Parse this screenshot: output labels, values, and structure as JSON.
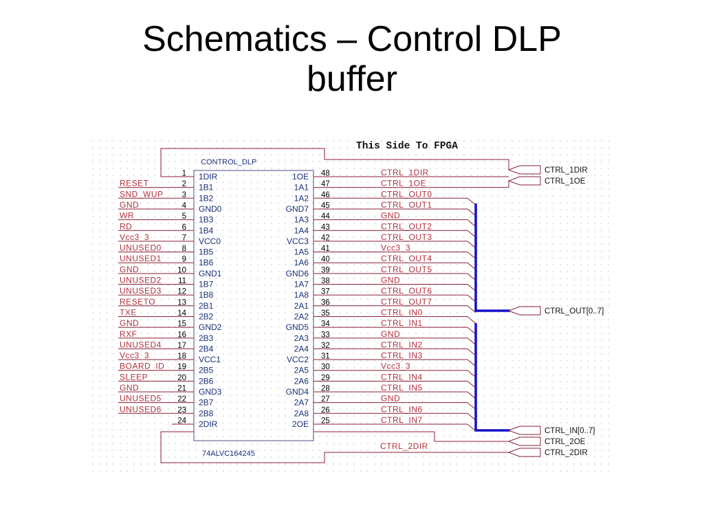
{
  "title": {
    "line1": "Schematics – Control DLP",
    "line2": "buffer"
  },
  "schematic": {
    "fpga_note": "This Side To FPGA",
    "component_ref": "CONTROL_DLP",
    "component_part": "74ALVC164245",
    "left_pins": [
      {
        "num": "1",
        "name": "1DIR",
        "net": ""
      },
      {
        "num": "2",
        "name": "1B1",
        "net": "RESET"
      },
      {
        "num": "3",
        "name": "1B2",
        "net": "SND_WUP"
      },
      {
        "num": "4",
        "name": "GND0",
        "net": "GND"
      },
      {
        "num": "5",
        "name": "1B3",
        "net": "WR"
      },
      {
        "num": "6",
        "name": "1B4",
        "net": "RD"
      },
      {
        "num": "7",
        "name": "VCC0",
        "net": "Vcc3_3"
      },
      {
        "num": "8",
        "name": "1B5",
        "net": "UNUSED0"
      },
      {
        "num": "9",
        "name": "1B6",
        "net": "UNUSED1"
      },
      {
        "num": "10",
        "name": "GND1",
        "net": "GND"
      },
      {
        "num": "11",
        "name": "1B7",
        "net": "UNUSED2"
      },
      {
        "num": "12",
        "name": "1B8",
        "net": "UNUSED3"
      },
      {
        "num": "13",
        "name": "2B1",
        "net": "RESETO"
      },
      {
        "num": "14",
        "name": "2B2",
        "net": "TXE"
      },
      {
        "num": "15",
        "name": "GND2",
        "net": "GND"
      },
      {
        "num": "16",
        "name": "2B3",
        "net": "RXF"
      },
      {
        "num": "17",
        "name": "2B4",
        "net": "UNUSED4"
      },
      {
        "num": "18",
        "name": "VCC1",
        "net": "Vcc3_3"
      },
      {
        "num": "19",
        "name": "2B5",
        "net": "BOARD_ID"
      },
      {
        "num": "20",
        "name": "2B6",
        "net": "SLEEP"
      },
      {
        "num": "21",
        "name": "GND3",
        "net": "GND"
      },
      {
        "num": "22",
        "name": "2B7",
        "net": "UNUSED5"
      },
      {
        "num": "23",
        "name": "2B8",
        "net": "UNUSED6"
      },
      {
        "num": "24",
        "name": "2DIR",
        "net": ""
      }
    ],
    "right_pins": [
      {
        "num": "48",
        "name": "1OE",
        "net": "CTRL_1DIR"
      },
      {
        "num": "47",
        "name": "1A1",
        "net": "CTRL_1OE"
      },
      {
        "num": "46",
        "name": "1A2",
        "net": "CTRL_OUT0"
      },
      {
        "num": "45",
        "name": "GND7",
        "net": "CTRL_OUT1"
      },
      {
        "num": "44",
        "name": "1A3",
        "net": "GND"
      },
      {
        "num": "43",
        "name": "1A4",
        "net": "CTRL_OUT2"
      },
      {
        "num": "42",
        "name": "VCC3",
        "net": "CTRL_OUT3"
      },
      {
        "num": "41",
        "name": "1A5",
        "net": "Vcc3_3"
      },
      {
        "num": "40",
        "name": "1A6",
        "net": "CTRL_OUT4"
      },
      {
        "num": "39",
        "name": "GND6",
        "net": "CTRL_OUT5"
      },
      {
        "num": "38",
        "name": "1A7",
        "net": "GND"
      },
      {
        "num": "37",
        "name": "1A8",
        "net": "CTRL_OUT6"
      },
      {
        "num": "36",
        "name": "2A1",
        "net": "CTRL_OUT7"
      },
      {
        "num": "35",
        "name": "2A2",
        "net": "CTRL_IN0"
      },
      {
        "num": "34",
        "name": "GND5",
        "net": "CTRL_IN1"
      },
      {
        "num": "33",
        "name": "2A3",
        "net": "GND"
      },
      {
        "num": "32",
        "name": "2A4",
        "net": "CTRL_IN2"
      },
      {
        "num": "31",
        "name": "VCC2",
        "net": "CTRL_IN3"
      },
      {
        "num": "30",
        "name": "2A5",
        "net": "Vcc3_3"
      },
      {
        "num": "29",
        "name": "2A6",
        "net": "CTRL_IN4"
      },
      {
        "num": "28",
        "name": "GND4",
        "net": "CTRL_IN5"
      },
      {
        "num": "27",
        "name": "2A7",
        "net": "GND"
      },
      {
        "num": "26",
        "name": "2A8",
        "net": "CTRL_IN6"
      },
      {
        "num": "25",
        "name": "2OE",
        "net": "CTRL_IN7"
      }
    ],
    "extra_nets": [
      "CTRL_2OE",
      "CTRL_2DIR"
    ],
    "ports": [
      "CTRL_1DIR",
      "CTRL_1OE",
      "CTRL_OUT[0..7]",
      "CTRL_IN[0..7]",
      "CTRL_2OE",
      "CTRL_2DIR"
    ],
    "colors": {
      "wire": "#8a1f35",
      "bus": "#1010c8",
      "component": "#6a6a9a",
      "net_label": "#b0303a",
      "pin_name": "#1a2f7a",
      "grid_dot": "#cfcfcf"
    }
  }
}
